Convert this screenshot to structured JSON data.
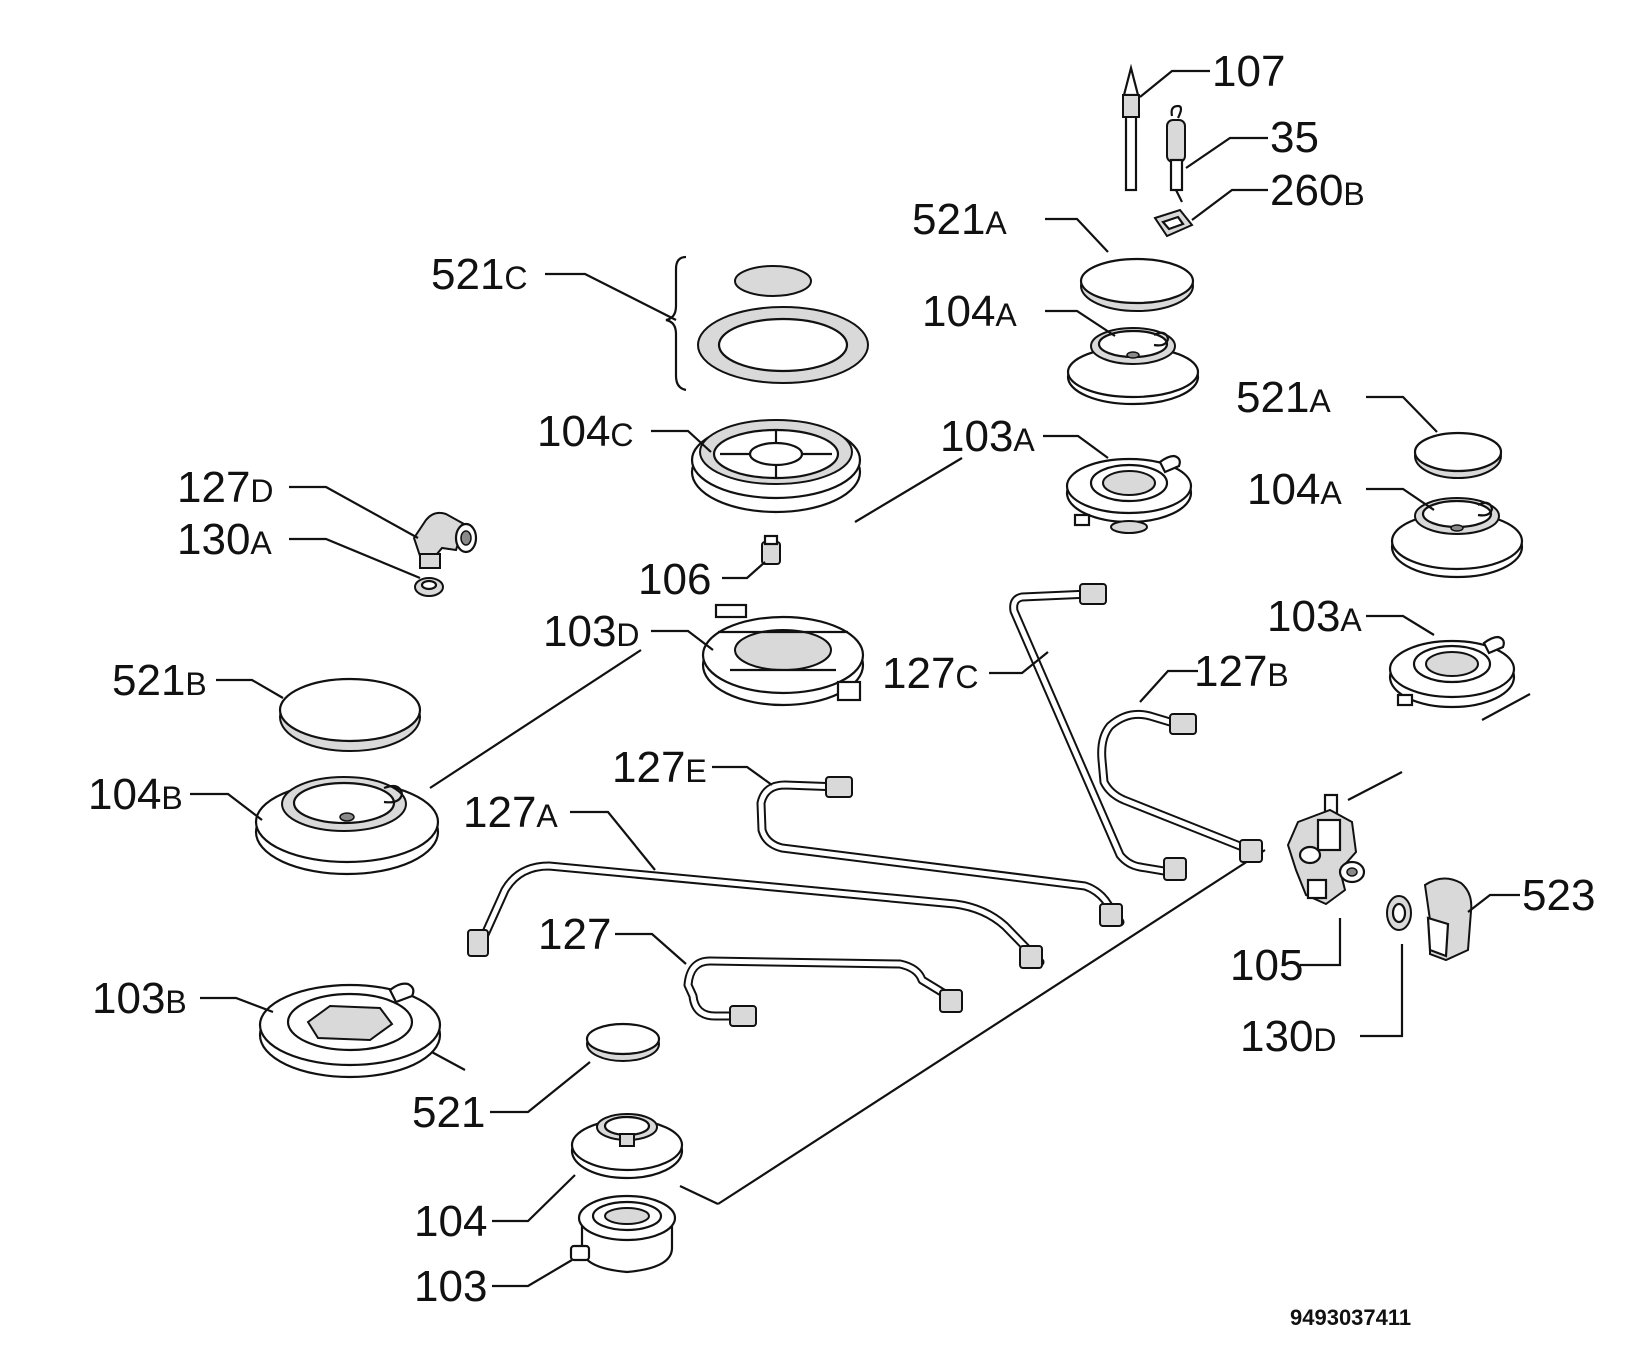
{
  "diagram": {
    "code": "9493037411",
    "labels": {
      "p107": {
        "num": "107",
        "suf": ""
      },
      "p35": {
        "num": "35",
        "suf": ""
      },
      "p260b": {
        "num": "260",
        "suf": "B"
      },
      "p521a1": {
        "num": "521",
        "suf": "A"
      },
      "p104a1": {
        "num": "104",
        "suf": "A"
      },
      "p521c": {
        "num": "521",
        "suf": "C"
      },
      "p104c": {
        "num": "104",
        "suf": "C"
      },
      "p103a1": {
        "num": "103",
        "suf": "A"
      },
      "p521a2": {
        "num": "521",
        "suf": "A"
      },
      "p104a2": {
        "num": "104",
        "suf": "A"
      },
      "p127d": {
        "num": "127",
        "suf": "D"
      },
      "p130a": {
        "num": "130",
        "suf": "A"
      },
      "p106": {
        "num": "106",
        "suf": ""
      },
      "p103d": {
        "num": "103",
        "suf": "D"
      },
      "p103a2": {
        "num": "103",
        "suf": "A"
      },
      "p127c": {
        "num": "127",
        "suf": "C"
      },
      "p127b": {
        "num": "127",
        "suf": "B"
      },
      "p521b": {
        "num": "521",
        "suf": "B"
      },
      "p127e": {
        "num": "127",
        "suf": "E"
      },
      "p104b": {
        "num": "104",
        "suf": "B"
      },
      "p127a": {
        "num": "127",
        "suf": "A"
      },
      "p523": {
        "num": "523",
        "suf": ""
      },
      "p127": {
        "num": "127",
        "suf": ""
      },
      "p105": {
        "num": "105",
        "suf": ""
      },
      "p103b": {
        "num": "103",
        "suf": "B"
      },
      "p130d": {
        "num": "130",
        "suf": "D"
      },
      "p521": {
        "num": "521",
        "suf": ""
      },
      "p104": {
        "num": "104",
        "suf": ""
      },
      "p103": {
        "num": "103",
        "suf": ""
      }
    }
  }
}
